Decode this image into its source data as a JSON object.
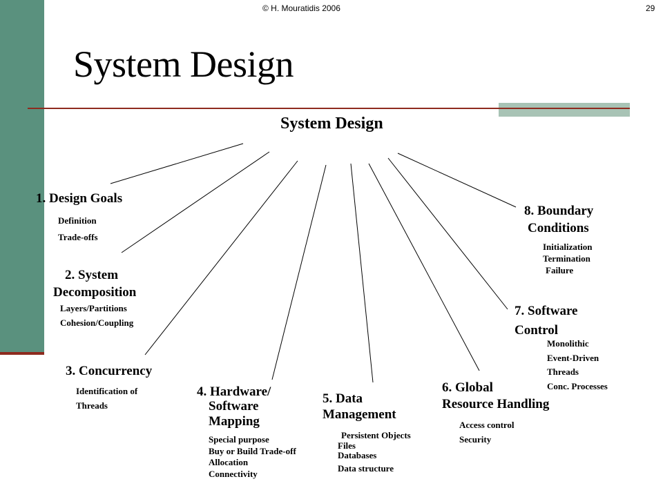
{
  "header": {
    "copyright": "© H. Mouratidis 2006",
    "page_number": "29"
  },
  "slide": {
    "title": "System Design"
  },
  "diagram": {
    "center": "System Design",
    "nodes": [
      {
        "heading_lines": [
          "1. Design Goals"
        ],
        "items": [
          "Definition",
          "Trade-offs"
        ]
      },
      {
        "heading_lines": [
          "2. System",
          "Decomposition"
        ],
        "items": [
          "Layers/Partitions",
          "Cohesion/Coupling"
        ]
      },
      {
        "heading_lines": [
          "3. Concurrency"
        ],
        "items": [
          "Identification of",
          "Threads"
        ]
      },
      {
        "heading_lines": [
          "4. Hardware/",
          "Software",
          "Mapping"
        ],
        "items": [
          "Special purpose",
          "Buy or Build Trade-off",
          "Allocation",
          "Connectivity"
        ]
      },
      {
        "heading_lines": [
          "5. Data",
          "Management"
        ],
        "items": [
          "Persistent Objects",
          "Files",
          "Databases",
          "Data structure"
        ]
      },
      {
        "heading_lines": [
          "6. Global",
          "Resource Handling"
        ],
        "items": [
          "Access control",
          "Security"
        ]
      },
      {
        "heading_lines": [
          "7. Software",
          "Control"
        ],
        "items": [
          "Monolithic",
          "Event-Driven",
          "Threads",
          "Conc. Processes"
        ]
      },
      {
        "heading_lines": [
          "8. Boundary",
          "Conditions"
        ],
        "items": [
          "Initialization",
          "Termination",
          "Failure"
        ]
      }
    ]
  }
}
